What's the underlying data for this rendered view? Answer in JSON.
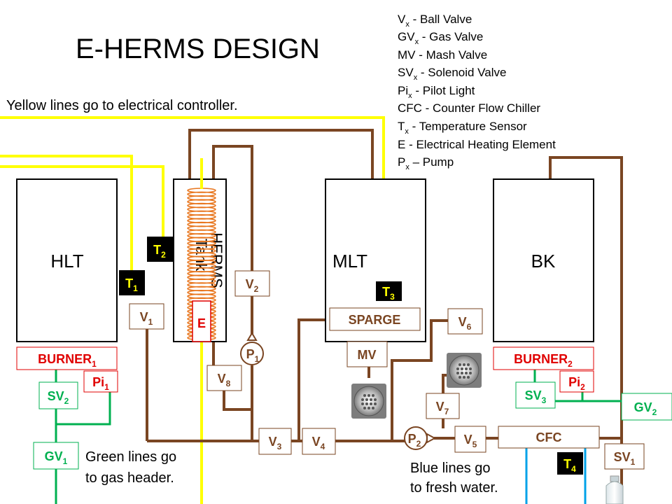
{
  "title": "E-HERMS DESIGN",
  "notes": {
    "yellow": "Yellow lines go to electrical controller.",
    "green_1": "Green lines go",
    "green_2": "to gas header.",
    "blue_1": "Blue lines go",
    "blue_2": "to fresh water."
  },
  "legend": [
    {
      "base": "V",
      "sub": "x",
      "desc": " - Ball Valve"
    },
    {
      "base": "GV",
      "sub": "x",
      "desc": " - Gas Valve"
    },
    {
      "base": "MV",
      "sub": "",
      "desc": " - Mash Valve"
    },
    {
      "base": "SV",
      "sub": "x",
      "desc": " - Solenoid Valve"
    },
    {
      "base": "Pi",
      "sub": "x",
      "desc": " - Pilot Light"
    },
    {
      "base": "CFC",
      "sub": "",
      "desc": " - Counter Flow Chiller"
    },
    {
      "base": "T",
      "sub": "x",
      "desc": " - Temperature Sensor"
    },
    {
      "base": "E",
      "sub": "",
      "desc": " - Electrical Heating Element"
    },
    {
      "base": "P",
      "sub": "x",
      "desc": " – Pump"
    }
  ],
  "vessels": {
    "hlt": "HLT",
    "herms_line1": "HERMS",
    "herms_line2": "Tank",
    "mlt": "MLT",
    "bk": "BK"
  },
  "element_label": "E",
  "sparge": "SPARGE",
  "mash_valve": "MV",
  "cfc": "CFC",
  "burners": [
    {
      "base": "BURNER",
      "sub": "1"
    },
    {
      "base": "BURNER",
      "sub": "2"
    }
  ],
  "pilots": [
    {
      "base": "Pi",
      "sub": "1"
    },
    {
      "base": "Pi",
      "sub": "2"
    }
  ],
  "solenoids": [
    {
      "base": "SV",
      "sub": "2"
    },
    {
      "base": "SV",
      "sub": "3"
    },
    {
      "base": "SV",
      "sub": "1"
    }
  ],
  "gas_valves": [
    {
      "base": "GV",
      "sub": "1"
    },
    {
      "base": "GV",
      "sub": "2"
    }
  ],
  "temp_sensors": [
    {
      "base": "T",
      "sub": "1"
    },
    {
      "base": "T",
      "sub": "2"
    },
    {
      "base": "T",
      "sub": "3"
    },
    {
      "base": "T",
      "sub": "4"
    }
  ],
  "pumps": [
    {
      "base": "P",
      "sub": "1"
    },
    {
      "base": "P",
      "sub": "2"
    }
  ],
  "valves": [
    {
      "base": "V",
      "sub": "1"
    },
    {
      "base": "V",
      "sub": "2"
    },
    {
      "base": "V",
      "sub": "3"
    },
    {
      "base": "V",
      "sub": "4"
    },
    {
      "base": "V",
      "sub": "5"
    },
    {
      "base": "V",
      "sub": "6"
    },
    {
      "base": "V",
      "sub": "7"
    },
    {
      "base": "V",
      "sub": "8"
    }
  ],
  "colors": {
    "brown_pipe": "#7a4522",
    "yellow_wire": "#ffff00",
    "green_gas": "#00b050",
    "blue_water": "#00a2e8",
    "red_burner": "#e00000",
    "coil": "#e8761e",
    "sensor_bg": "#000000",
    "sensor_text": "#ffff00"
  },
  "icons": [
    "drain-icon",
    "drain-icon",
    "water-bottle-icon",
    "heating-coil-icon"
  ]
}
